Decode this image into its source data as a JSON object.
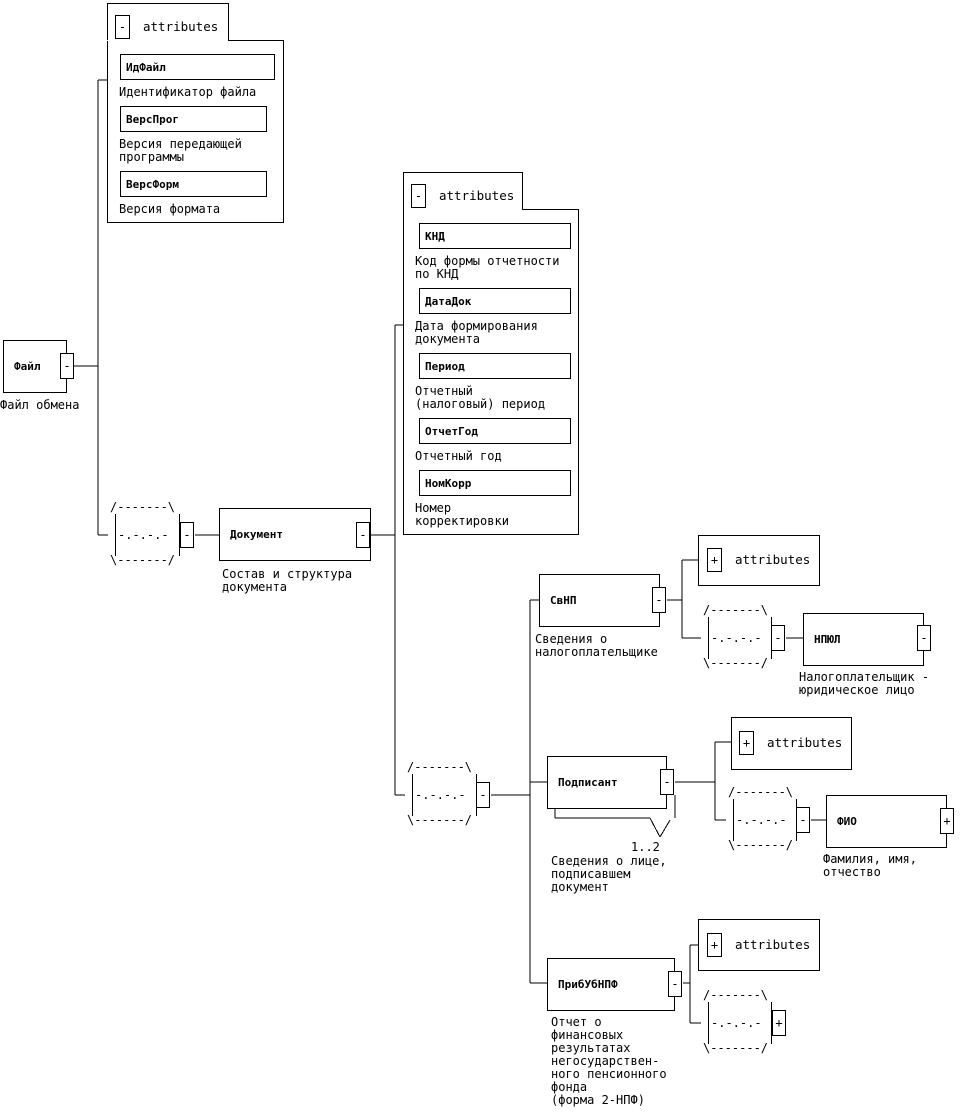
{
  "symbols": {
    "collapse": "-",
    "expand": "+"
  },
  "attributes_label": "attributes",
  "sequence_glyph": {
    "top": "/-------\\",
    "mid": "-.-.-.-",
    "bottom": "\\-------/"
  },
  "root": {
    "name": "Файл",
    "desc": "Файл обмена"
  },
  "file_attrs": [
    {
      "name": "ИдФайл",
      "desc": "Идентификатор файла"
    },
    {
      "name": "ВерсПрог",
      "desc": "Версия передающей\nпрограммы"
    },
    {
      "name": "ВерсФорм",
      "desc": "Версия формата"
    }
  ],
  "document": {
    "name": "Документ",
    "desc": "Состав и структура\nдокумента"
  },
  "doc_attrs": [
    {
      "name": "КНД",
      "desc": "Код формы отчетности\nпо КНД"
    },
    {
      "name": "ДатаДок",
      "desc": "Дата формирования\nдокумента"
    },
    {
      "name": "Период",
      "desc": "Отчетный\n(налоговый) период"
    },
    {
      "name": "ОтчетГод",
      "desc": "Отчетный год"
    },
    {
      "name": "НомКорр",
      "desc": "Номер\nкорректировки"
    }
  ],
  "svnp": {
    "name": "СвНП",
    "desc": "Сведения о\nналогоплательщике"
  },
  "npul": {
    "name": "НПЮЛ",
    "desc": "Налогоплательщик -\nюридическое лицо"
  },
  "podpisant": {
    "name": "Подписант",
    "desc": "Сведения о лице,\nподписавшем\nдокумент",
    "multiplicity": "1..2"
  },
  "fio": {
    "name": "ФИО",
    "desc": "Фамилия, имя,\nотчество"
  },
  "pribub": {
    "name": "ПрибУбНПФ",
    "desc": "Отчет о\nфинансовых\nрезультатах\nнегосударствен-\nного пенсионного\nфонда\n(форма 2-НПФ)"
  }
}
